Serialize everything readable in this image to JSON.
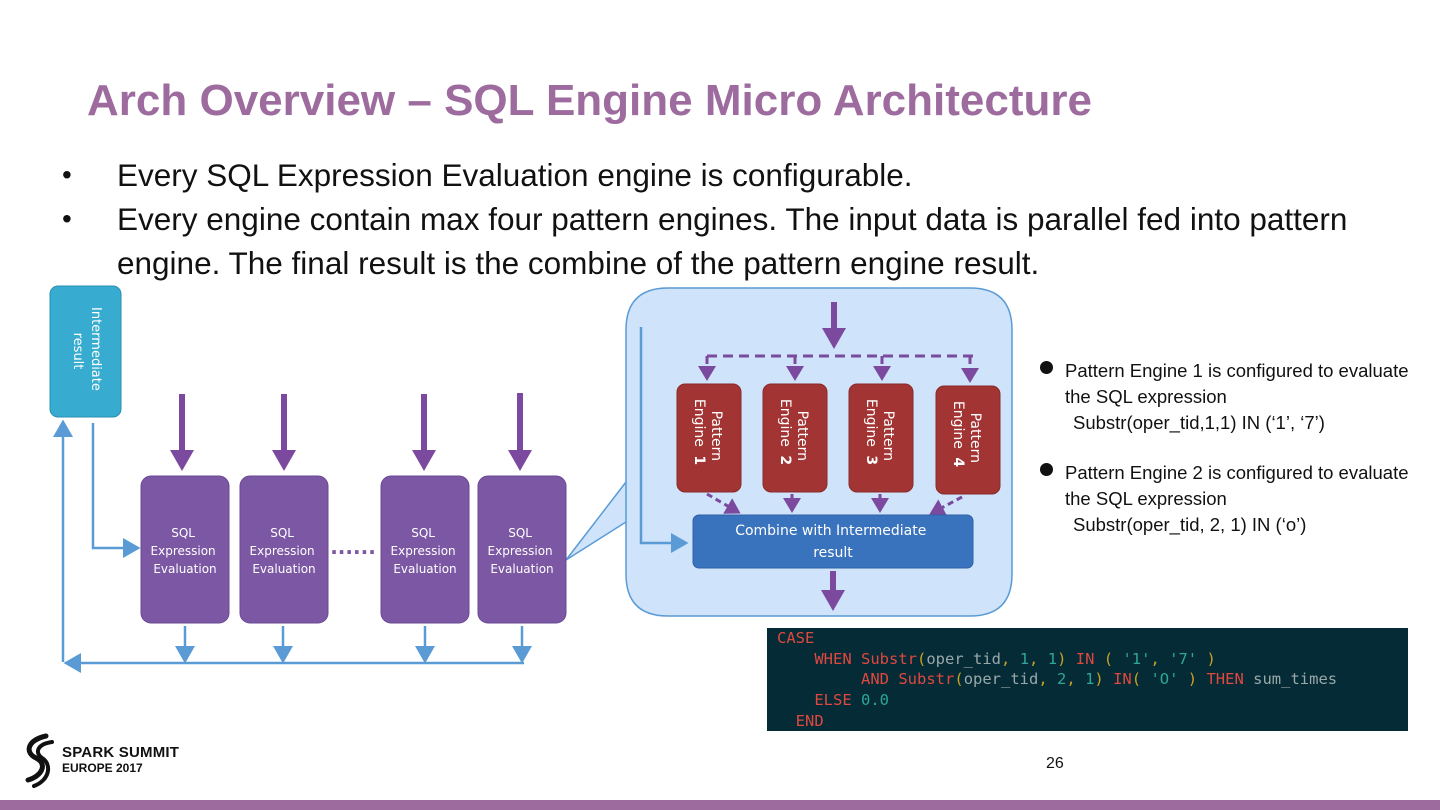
{
  "slide": {
    "title": "Arch Overview – SQL Engine Micro Architecture",
    "bullets": [
      "Every SQL Expression Evaluation engine is configurable.",
      "Every engine contain max four pattern engines. The input data is parallel fed into pattern engine. The final result is the combine of the pattern engine result."
    ],
    "page_number": "26"
  },
  "diagram": {
    "intermediate_label_lines": [
      "Intermediate",
      "result"
    ],
    "sql_engine_lines": [
      "SQL",
      "Expression",
      "Evaluation"
    ],
    "ellipsis": "......",
    "pattern_engines": [
      {
        "line1": "Pattern",
        "line2": "Engine",
        "num": "1"
      },
      {
        "line1": "Pattern",
        "line2": "Engine",
        "num": "2"
      },
      {
        "line1": "Pattern",
        "line2": "Engine",
        "num": "3"
      },
      {
        "line1": "Pattern",
        "line2": "Engine",
        "num": "4"
      }
    ],
    "combine_lines": [
      "Combine with Intermediate",
      "result"
    ]
  },
  "notes": [
    {
      "text": "Pattern Engine 1 is configured to evaluate the SQL expression",
      "expr": "Substr(oper_tid,1,1) IN (‘1’, ‘7’)"
    },
    {
      "text": "Pattern Engine 2 is configured to evaluate the SQL expression",
      "expr": "Substr(oper_tid, 2, 1) IN (‘o’)"
    }
  ],
  "code": {
    "case": "CASE",
    "when": "WHEN",
    "substr": "Substr",
    "open": "(",
    "arg": "oper_tid",
    "comma": ",",
    "one": "1",
    "two": "2",
    "close": ")",
    "in": "IN",
    "paren_open_sp": "( ",
    "s1": "'1'",
    "s7": "'7'",
    "sO": "'O'",
    "paren_close": ")",
    "and": "AND",
    "then": "THEN",
    "sum": "sum_times",
    "else": "ELSE",
    "zero": "0.0",
    "end": "END"
  },
  "logo": {
    "line1": "SPARK SUMMIT",
    "line2": "EUROPE 2017"
  },
  "colors": {
    "title": "#9d6b9e",
    "sql_engine": "#7b57a4",
    "pattern_engine": "#a23434",
    "combine": "#3a73bd",
    "bubble": "#cfe3fb",
    "intermediate": "#37acd0",
    "lines": "#5a9bd5"
  }
}
